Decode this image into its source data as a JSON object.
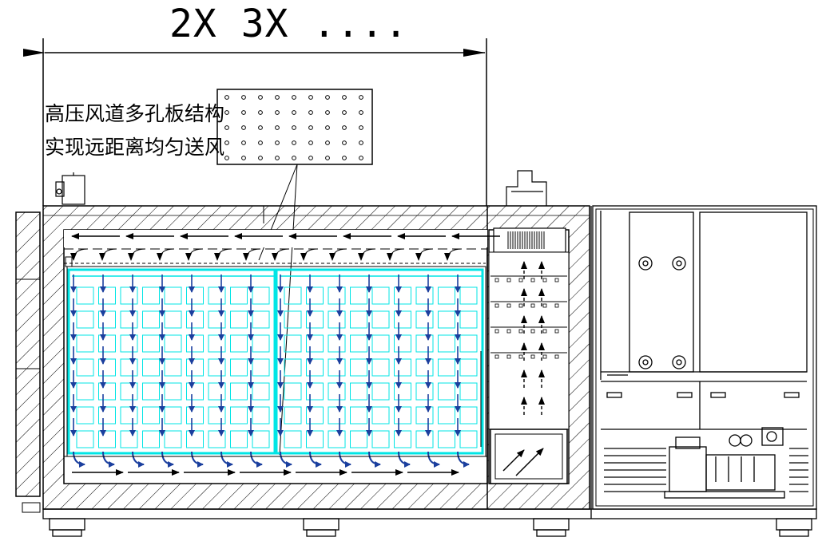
{
  "dimension_label": "2X 3X ....",
  "callout": {
    "line1": "高压风道多孔板结构",
    "line2": "实现远距离均匀送风"
  },
  "colors": {
    "outline": "#000000",
    "shelf": "#00e5e5",
    "airflow_down": "#1b3f9e"
  }
}
